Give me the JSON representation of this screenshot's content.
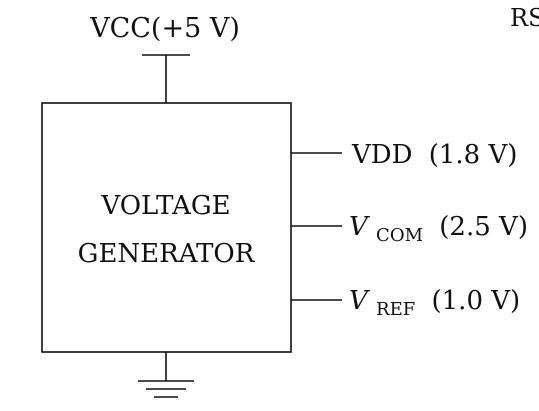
{
  "supply": {
    "label": "VCC(+5 V)"
  },
  "corner_text": "RS",
  "block": {
    "line1": "VOLTAGE",
    "line2": "GENERATOR"
  },
  "outputs": [
    {
      "name": "VDD",
      "value": "(1.8 V)"
    },
    {
      "name_main": "V",
      "name_sub": "COM",
      "value": "(2.5 V)"
    },
    {
      "name_main": "V",
      "name_sub": "REF",
      "value": "(1.0 V)"
    }
  ],
  "ground": {
    "icon": "ground-icon"
  }
}
